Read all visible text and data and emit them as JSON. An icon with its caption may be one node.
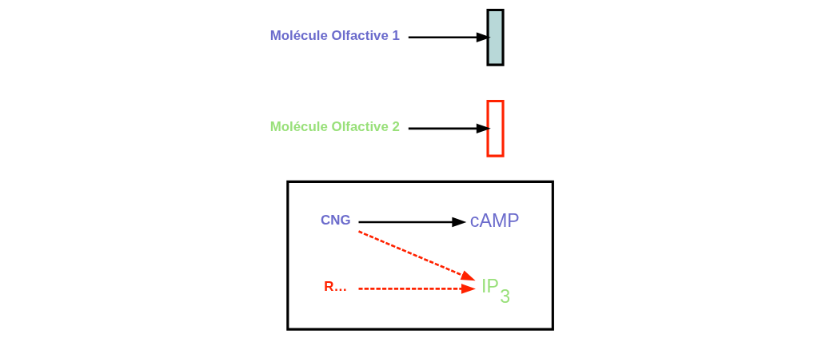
{
  "diagram": {
    "nodes": [
      {
        "text": [],
        "shape": "box"
      },
      {
        "text": [
          "Molécule Olfactive 1"
        ]
      },
      {
        "text": [],
        "shape": "box"
      },
      {
        "text": [
          "CNG"
        ],
        "in": 0
      },
      {
        "text": [
          "cAMP"
        ],
        "in": 0
      },
      {
        "text": [
          "Molécule Olfactive 2"
        ]
      },
      {
        "text": [],
        "shape": "box"
      },
      {
        "text": [
          "R…"
        ],
        "in": 0
      },
      {
        "text": [
          "IP$_{3}$"
        ],
        "in": 0
      }
    ],
    "edges": [
      {
        "from": 1,
        "to": 2,
        "arrow": "to"
      },
      {
        "from": 3,
        "to": 4,
        "arrow": "to"
      },
      {
        "from": 3,
        "to": 8,
        "arrow": "to",
        "style": "dashed",
        "color": "#ff2200"
      },
      {
        "from": 5,
        "to": 6,
        "arrow": "to"
      },
      {
        "from": 7,
        "to": 8,
        "arrow": "to",
        "style": "dashed",
        "color": "#ff2200"
      }
    ]
  }
}
